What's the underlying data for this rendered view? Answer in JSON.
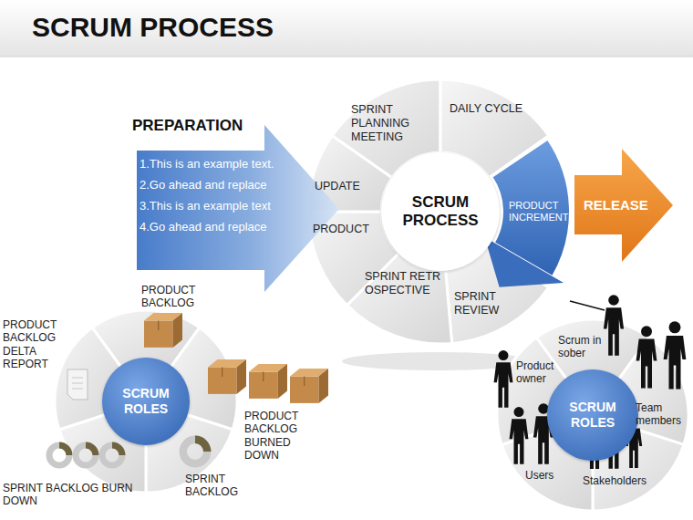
{
  "diagram": {
    "title": "SCRUM PROCESS",
    "nodes": [
      {
        "text": [
          "PREPARATION",
          "1.This is an example text.",
          "2.Go ahead and replace",
          "3.This is an example text",
          "4.Go ahead and replace"
        ]
      },
      {
        "text": [
          "SPRINT PLANNING MEETING"
        ]
      },
      {
        "text": [
          "DAILY CYCLE"
        ]
      },
      {
        "text": [
          "PRODUCT INCREMENT"
        ]
      },
      {
        "text": [
          "SPRINT REVIEW"
        ]
      },
      {
        "text": [
          "SPRINT RETROSPECTIVE"
        ]
      },
      {
        "text": [
          "PRODUCT"
        ]
      },
      {
        "text": [
          "UPDATE"
        ]
      },
      {
        "text": [
          "SCRUM PROCESS"
        ]
      },
      {
        "text": [
          "RELEASE"
        ]
      },
      {
        "text": [
          "SCRUM ROLES"
        ]
      },
      {
        "text": [
          "SCRUM ROLES"
        ]
      }
    ],
    "labels": [
      "PRODUCT BACKLOG",
      "PRODUCT BACKLOG DELTA REPORT",
      "PRODUCT BACKLOG BURNED DOWN",
      "SPRINT BACKLOG",
      "SPRINT BACKLOG BURN DOWN",
      "Product owner",
      "Scrum in sober",
      "Team members",
      "Users",
      "Stakeholders"
    ]
  }
}
